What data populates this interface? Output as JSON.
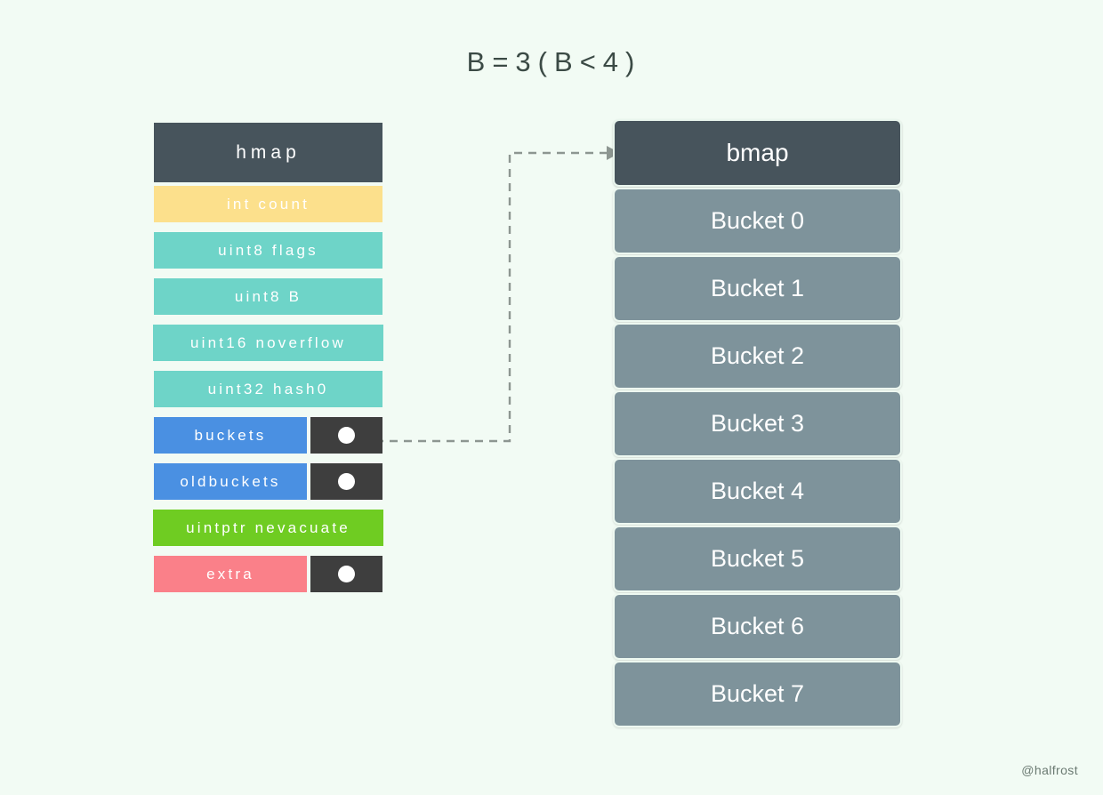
{
  "background_color": "#f2fbf4",
  "title": {
    "text": "B = 3 ( B < 4 )",
    "tokens": [
      "B",
      "=",
      "3",
      "(",
      "B",
      "<",
      "4",
      ")"
    ]
  },
  "hmap": {
    "header_label": "hmap",
    "header_color": "#47545c",
    "fields": [
      {
        "label": "int count",
        "color": "#fce08c",
        "has_pointer": false
      },
      {
        "label": "uint8 flags",
        "color": "#6ed4c8",
        "has_pointer": false
      },
      {
        "label": "uint8 B",
        "color": "#6ed4c8",
        "has_pointer": false
      },
      {
        "label": "uint16 noverflow",
        "color": "#6ed4c8",
        "has_pointer": false
      },
      {
        "label": "uint32 hash0",
        "color": "#6ed4c8",
        "has_pointer": false
      },
      {
        "label": "buckets",
        "color": "#4a90e2",
        "has_pointer": true
      },
      {
        "label": "oldbuckets",
        "color": "#4a90e2",
        "has_pointer": true
      },
      {
        "label": "uintptr nevacuate",
        "color": "#6fcc22",
        "has_pointer": false
      },
      {
        "label": "extra",
        "color": "#fa8089",
        "has_pointer": true
      }
    ],
    "pointer_box_color": "#3e3e3e",
    "pointer_dot_color": "#ffffff"
  },
  "bmap": {
    "header_label": "bmap",
    "header_color": "#47545c",
    "bucket_color": "#7e939b",
    "buckets": [
      "Bucket 0",
      "Bucket 1",
      "Bucket 2",
      "Bucket 3",
      "Bucket 4",
      "Bucket 5",
      "Bucket 6",
      "Bucket 7"
    ]
  },
  "connector": {
    "style": "dashed",
    "color": "#8d9691",
    "from": "buckets-pointer",
    "to": "bmap-header"
  },
  "watermark": "@halfrost"
}
